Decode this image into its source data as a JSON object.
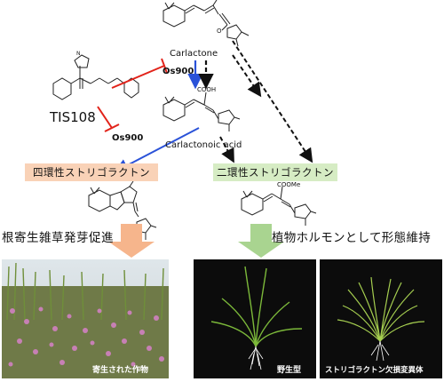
{
  "labels": {
    "carlactone": "Carlactone",
    "os900_top": "Os900",
    "cooh": "COOH",
    "tis108": "TIS108",
    "os900_bottom": "Os900",
    "carlactonoic_acid": "Carlactonoic acid",
    "coome": "COOMe",
    "o": "O"
  },
  "boxes": {
    "tetracyclic": "四環性ストリゴラクトン",
    "bicyclic": "二環性ストリゴラクトン"
  },
  "captions": {
    "left_effect": "根寄生雑草発芽促進",
    "right_effect": "植物ホルモンとして形態維持"
  },
  "photo_labels": {
    "field": "寄生された作物",
    "wild_type": "野生型",
    "mutant": "ストリゴラクトン欠損変異体"
  },
  "colors": {
    "red": "#e2231a",
    "blue": "#2a52d8",
    "black": "#111111",
    "orange_box": "#f9d2b7",
    "green_box": "#d6ecc4",
    "orange_arrow": "#f6b58c",
    "green_arrow": "#a9d490"
  }
}
